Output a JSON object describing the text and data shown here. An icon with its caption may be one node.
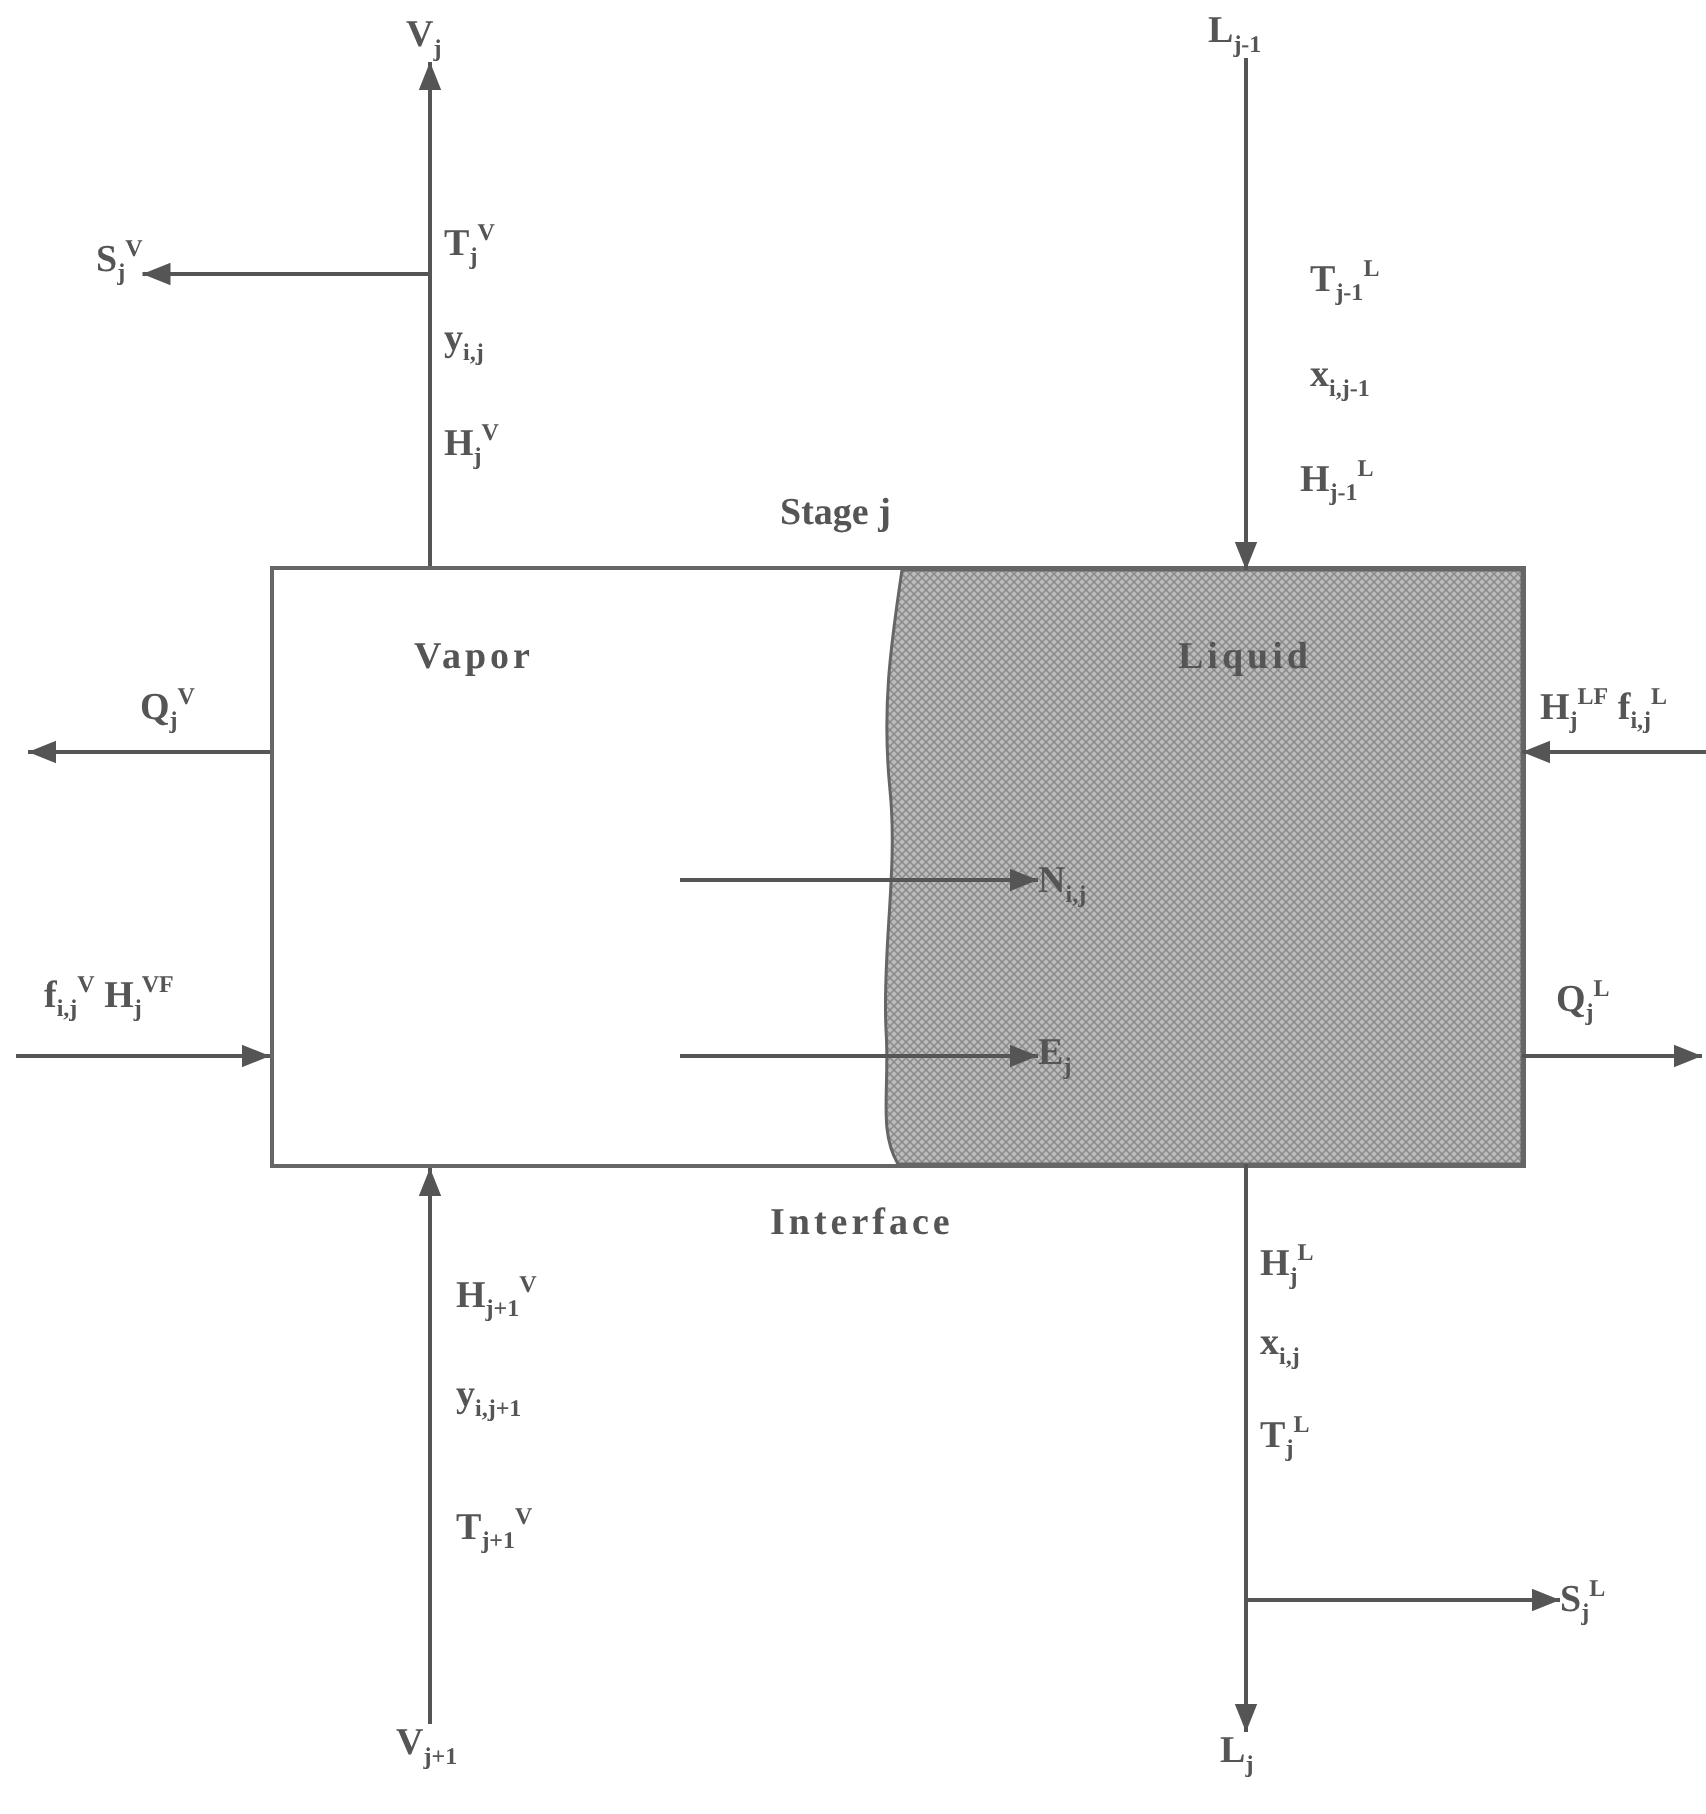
{
  "diagram": {
    "nodes": [
      {
        "text": [
          "V$_{j}$"
        ]
      },
      {
        "text": [
          "S$_{j}$$^{V}$"
        ]
      },
      {
        "text": [
          "L$_{j-1}$"
        ]
      },
      {
        "text": [
          "Stage j"
        ]
      },
      {
        "text": [
          "Vapor"
        ],
        "in": 3
      },
      {
        "text": [
          "Liquid"
        ],
        "in": 3
      },
      {
        "text": [
          "N$_{i,j}$"
        ],
        "in": 5
      },
      {
        "text": [
          "E$_{j}$"
        ],
        "in": 5
      },
      {
        "text": [
          "V$_{j+1}$"
        ]
      },
      {
        "text": [
          "L$_{j}$"
        ]
      },
      {
        "text": [
          "S$_{j}$$^{L}$"
        ]
      }
    ],
    "edges": [
      {
        "from": 4,
        "to": 0,
        "arrow": "to"
      },
      {
        "from": 4,
        "to": 1,
        "arrow": "to"
      },
      {
        "from": 2,
        "to": 5,
        "arrow": "to"
      },
      {
        "from": 4,
        "to": null,
        "arrow": "to",
        "label": "Q$_{j}$$^{V}$"
      },
      {
        "from": null,
        "to": 5,
        "arrow": "to",
        "label": "H$_{j}$$^{LF}$ f$_{i,j}$$^{L}$"
      },
      {
        "from": null,
        "to": 4,
        "arrow": "to",
        "label": "f$_{i,j}$$^{V}$ H$_{j}$$^{VF}$"
      },
      {
        "from": 4,
        "to": 6,
        "arrow": "to"
      },
      {
        "from": 4,
        "to": 7,
        "arrow": "to"
      },
      {
        "from": 5,
        "to": null,
        "arrow": "to",
        "label": "Q$_{j}$$^{L}$"
      },
      {
        "from": 8,
        "to": 4,
        "arrow": "to"
      },
      {
        "from": 5,
        "to": 9,
        "arrow": "to"
      },
      {
        "from": 5,
        "to": 10,
        "arrow": "to"
      }
    ],
    "labels": [
      "T$_{j}$$^{V}$",
      "y$_{i,j}$",
      "H$_{j}$$^{V}$",
      "T$_{j-1}$$^{L}$",
      "x$_{i,j-1}$",
      "H$_{j-1}$$^{L}$",
      "Interface",
      "H$_{j+1}$$^{V}$",
      "y$_{i,j+1}$",
      "T$_{j+1}$$^{V}$",
      "H$_{j}$$^{L}$",
      "x$_{i,j}$",
      "T$_{j}$$^{L}$"
    ]
  }
}
